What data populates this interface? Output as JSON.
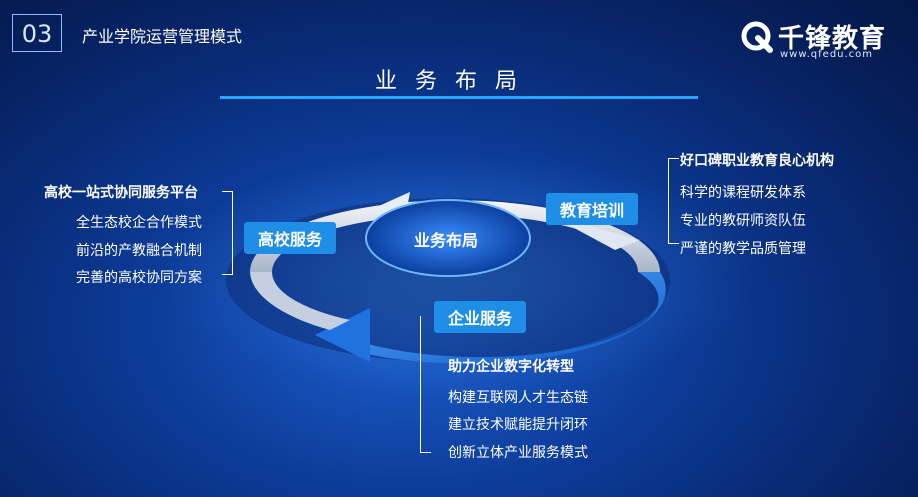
{
  "header": {
    "section_number": "03",
    "section_title": "产业学院运营管理模式"
  },
  "logo": {
    "name": "千锋教育",
    "url": "www.qfedu.com"
  },
  "main": {
    "heading": "业务布局",
    "center": "业务布局",
    "segments": {
      "left": "高校服务",
      "right": "教育培训",
      "bottom": "企业服务"
    }
  },
  "left_group": {
    "title": "高校一站式协同服务平台",
    "items": [
      "全生态校企合作模式",
      "前沿的产教融合机制",
      "完善的高校协同方案"
    ]
  },
  "right_group": {
    "title": "好口碑职业教育良心机构",
    "items": [
      "科学的课程研发体系",
      "专业的教研师资队伍",
      "严谨的教学品质管理"
    ]
  },
  "bottom_group": {
    "title": "助力企业数字化转型",
    "items": [
      "构建互联网人才生态链",
      "建立技术赋能提升闭环",
      "创新立体产业服务模式"
    ]
  },
  "colors": {
    "accent": "#1e8ee6",
    "line": "#2aa5ff",
    "background": "#0c3b97"
  },
  "icons": {
    "logo": "qf-logo-icon"
  }
}
